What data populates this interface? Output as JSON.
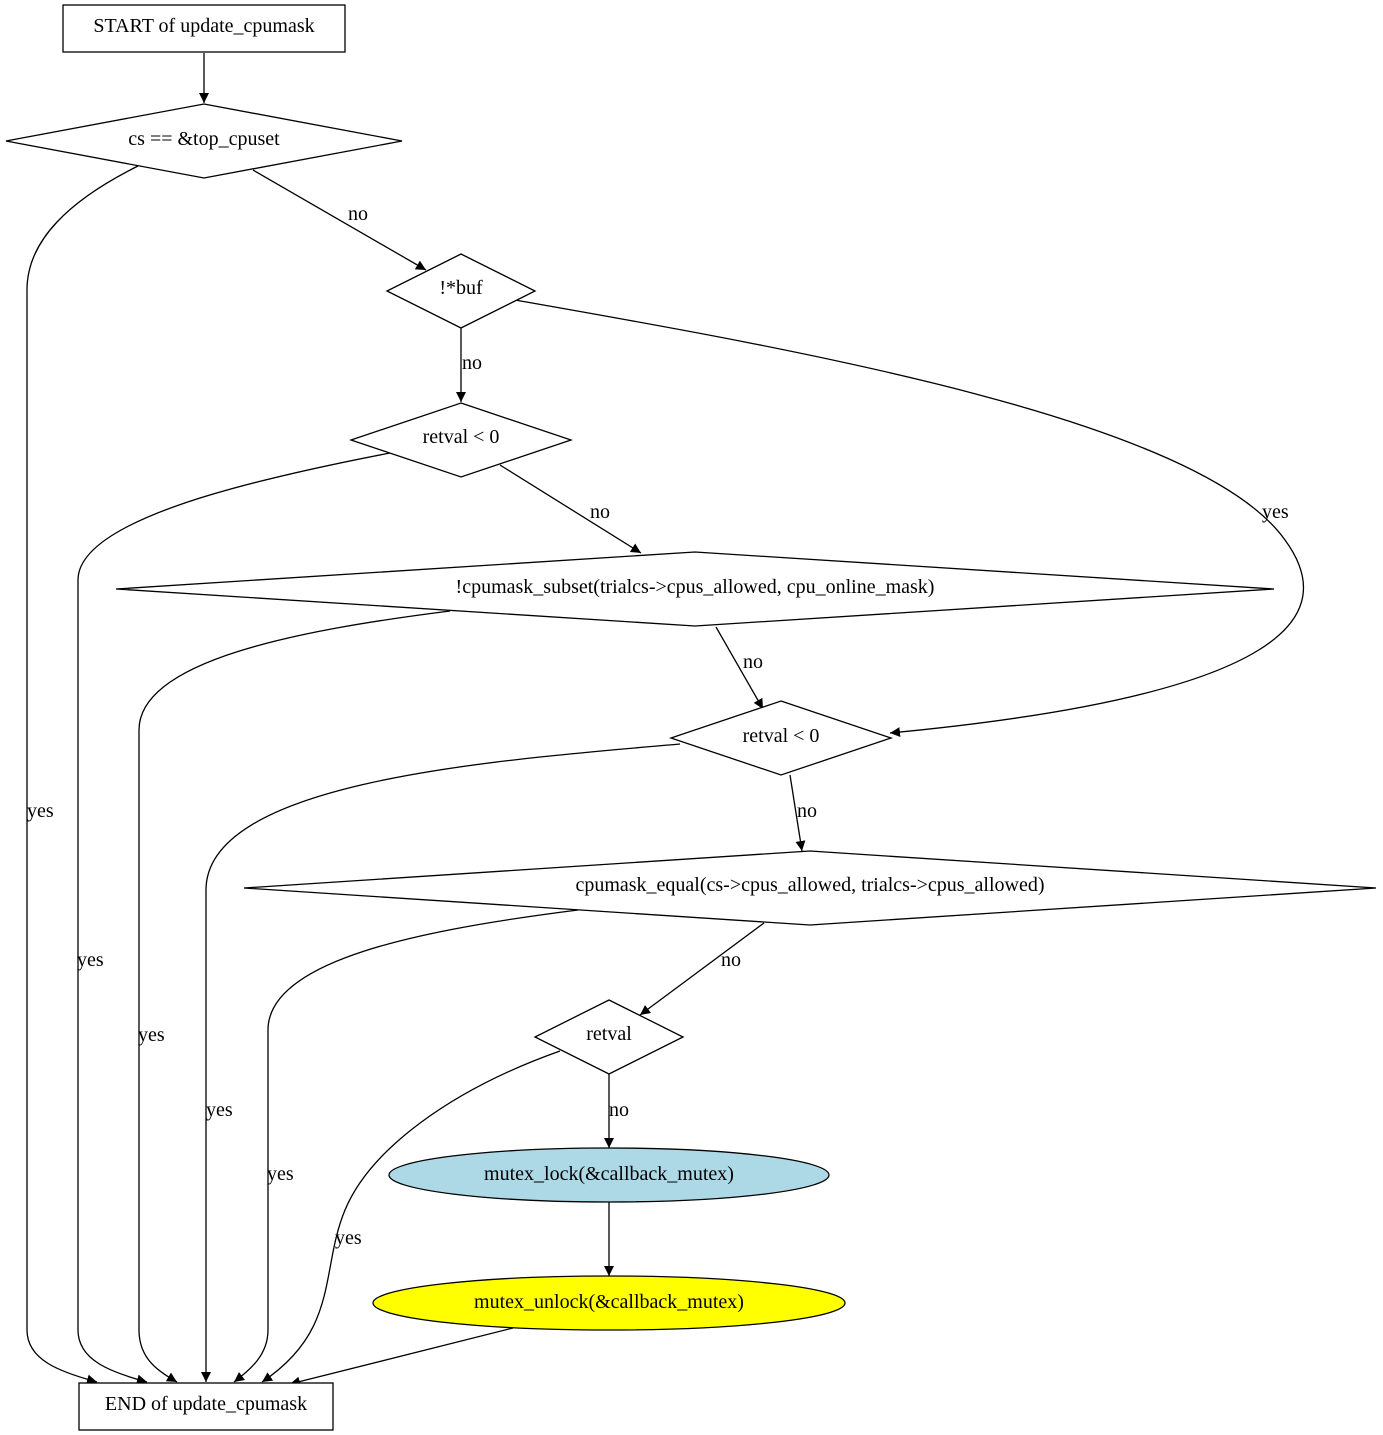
{
  "diagram": {
    "colors": {
      "stroke": "#000000",
      "default_fill": "#ffffff",
      "lightblue": "#add8e6",
      "yellow": "#ffff00"
    },
    "nodes": {
      "start": {
        "label": "START of update_cpumask",
        "shape": "box"
      },
      "d_top_cpuset": {
        "label": "cs == &top_cpuset",
        "shape": "diamond"
      },
      "d_buf": {
        "label": "!*buf",
        "shape": "diamond"
      },
      "d_retval1": {
        "label": "retval < 0",
        "shape": "diamond"
      },
      "d_subset": {
        "label": "!cpumask_subset(trialcs->cpus_allowed, cpu_online_mask)",
        "shape": "diamond"
      },
      "d_retval2": {
        "label": "retval < 0",
        "shape": "diamond"
      },
      "d_equal": {
        "label": "cpumask_equal(cs->cpus_allowed, trialcs->cpus_allowed)",
        "shape": "diamond"
      },
      "d_retval3": {
        "label": "retval",
        "shape": "diamond"
      },
      "mutex_lock": {
        "label": "mutex_lock(&callback_mutex)",
        "shape": "ellipse",
        "fill": "lightblue"
      },
      "mutex_unlock": {
        "label": "mutex_unlock(&callback_mutex)",
        "shape": "ellipse",
        "fill": "yellow"
      },
      "end": {
        "label": "END of update_cpumask",
        "shape": "box"
      }
    },
    "edges": {
      "e1": {
        "from": "start",
        "to": "d_top_cpuset",
        "label": ""
      },
      "e2": {
        "from": "d_top_cpuset",
        "to": "end",
        "label": "yes"
      },
      "e3": {
        "from": "d_top_cpuset",
        "to": "d_buf",
        "label": "no"
      },
      "e4": {
        "from": "d_buf",
        "to": "d_retval2",
        "label": "yes"
      },
      "e5": {
        "from": "d_buf",
        "to": "d_retval1",
        "label": "no"
      },
      "e6": {
        "from": "d_retval1",
        "to": "end",
        "label": "yes"
      },
      "e7": {
        "from": "d_retval1",
        "to": "d_subset",
        "label": "no"
      },
      "e8": {
        "from": "d_subset",
        "to": "end",
        "label": "yes"
      },
      "e9": {
        "from": "d_subset",
        "to": "d_retval2",
        "label": "no"
      },
      "e10": {
        "from": "d_retval2",
        "to": "end",
        "label": "yes"
      },
      "e11": {
        "from": "d_retval2",
        "to": "d_equal",
        "label": "no"
      },
      "e12": {
        "from": "d_equal",
        "to": "end",
        "label": "yes"
      },
      "e13": {
        "from": "d_equal",
        "to": "d_retval3",
        "label": "no"
      },
      "e14": {
        "from": "d_retval3",
        "to": "end",
        "label": "yes"
      },
      "e15": {
        "from": "d_retval3",
        "to": "mutex_lock",
        "label": "no"
      },
      "e16": {
        "from": "mutex_lock",
        "to": "mutex_unlock",
        "label": ""
      },
      "e17": {
        "from": "mutex_unlock",
        "to": "end",
        "label": ""
      }
    }
  }
}
